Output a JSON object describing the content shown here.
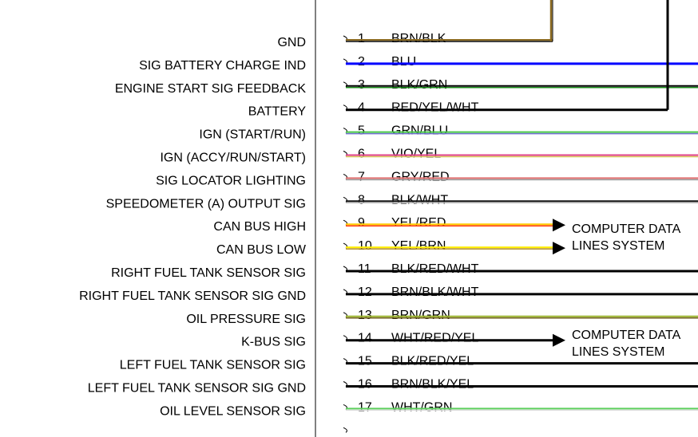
{
  "pins": [
    {
      "num": "1",
      "signal": "GND",
      "wire": "BRN/BLK",
      "colors": [
        "#8B6A20",
        "#000000"
      ]
    },
    {
      "num": "2",
      "signal": "SIG BATTERY CHARGE IND",
      "wire": "BLU",
      "colors": [
        "#0000ff"
      ]
    },
    {
      "num": "3",
      "signal": "ENGINE START SIG FEEDBACK",
      "wire": "BLK/GRN",
      "colors": [
        "#000000",
        "#1a8a1a"
      ]
    },
    {
      "num": "4",
      "signal": "BATTERY",
      "wire": "RED/YEL/WHT",
      "colors": [
        "#000000"
      ]
    },
    {
      "num": "5",
      "signal": "IGN (START/RUN)",
      "wire": "GRN/BLU",
      "colors": [
        "#46c846",
        "#6f6fcf"
      ]
    },
    {
      "num": "6",
      "signal": "IGN (ACCY/RUN/START)",
      "wire": "VIO/YEL",
      "colors": [
        "#e0408a",
        "#d8c85a"
      ]
    },
    {
      "num": "7",
      "signal": "SIG LOCATOR LIGHTING",
      "wire": "GRY/RED",
      "colors": [
        "#e07070",
        "#999999"
      ]
    },
    {
      "num": "8",
      "signal": "SPEEDOMETER (A) OUTPUT SIG",
      "wire": "BLK/WHT",
      "colors": [
        "#111111",
        "#bbbbbb"
      ]
    },
    {
      "num": "9",
      "signal": "CAN BUS HIGH",
      "wire": "YEL/RED",
      "colors": [
        "#ffcc00",
        "#ff3300"
      ]
    },
    {
      "num": "10",
      "signal": "CAN BUS LOW",
      "wire": "YEL/BRN",
      "colors": [
        "#ffee00",
        "#b08a20"
      ]
    },
    {
      "num": "11",
      "signal": "RIGHT FUEL TANK SENSOR SIG",
      "wire": "BLK/RED/WHT",
      "colors": [
        "#000000"
      ]
    },
    {
      "num": "12",
      "signal": "RIGHT FUEL TANK SENSOR SIG GND",
      "wire": "BRN/BLK/WHT",
      "colors": [
        "#000000"
      ]
    },
    {
      "num": "13",
      "signal": "OIL PRESSURE SIG",
      "wire": "BRN/GRN",
      "colors": [
        "#98b028",
        "#706020"
      ]
    },
    {
      "num": "14",
      "signal": "K-BUS SIG",
      "wire": "WHT/RED/YEL",
      "colors": [
        "#000000"
      ]
    },
    {
      "num": "15",
      "signal": "LEFT FUEL TANK SENSOR SIG",
      "wire": "BLK/RED/YEL",
      "colors": [
        "#000000"
      ]
    },
    {
      "num": "16",
      "signal": "LEFT FUEL TANK SENSOR SIG GND",
      "wire": "BRN/BLK/YEL",
      "colors": [
        "#000000"
      ]
    },
    {
      "num": "17",
      "signal": "OIL LEVEL SENSOR SIG",
      "wire": "WHT/GRN",
      "colors": [
        "#5ed05e",
        "#dddddd"
      ]
    }
  ],
  "annotations": [
    {
      "line1": "COMPUTER DATA",
      "line2": "LINES SYSTEM"
    },
    {
      "line1": "COMPUTER DATA",
      "line2": "LINES SYSTEM"
    }
  ]
}
